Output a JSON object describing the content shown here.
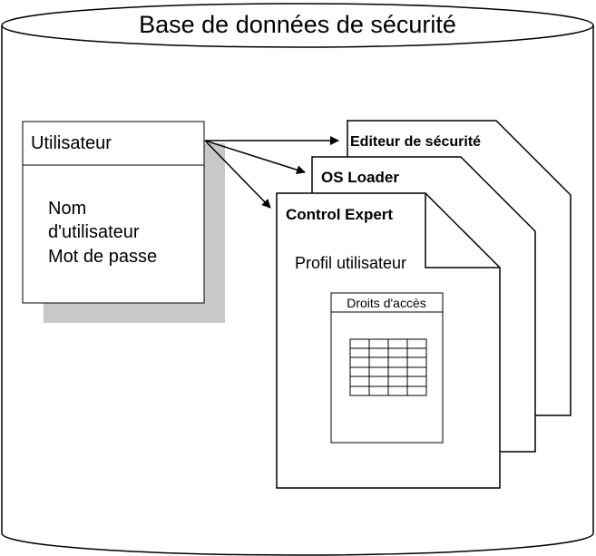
{
  "diagram": {
    "title": "Base de données de sécurité",
    "user_box": {
      "header": "Utilisateur",
      "fields": [
        "Nom",
        "d'utilisateur",
        "Mot de passe"
      ]
    },
    "documents": {
      "editor": "Editeur de sécurité",
      "os_loader": "OS Loader",
      "control_expert": "Control Expert"
    },
    "profile_label": "Profil utilisateur",
    "rights_label": "Droits d'accès"
  }
}
